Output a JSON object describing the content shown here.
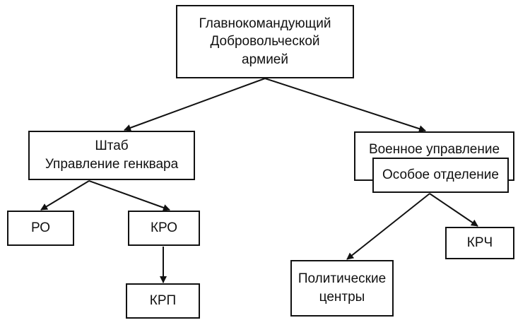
{
  "diagram": {
    "nodes": {
      "root": [
        "Главнокомандующий",
        "Добровольческой",
        "армией"
      ],
      "shtab": [
        "Штаб",
        "Управление генквара"
      ],
      "voen": "Военное управление",
      "osoboe": "Особое отделение",
      "ro": "РО",
      "kro": "КРО",
      "krp": "КРП",
      "pol": [
        "Политические",
        "центры"
      ],
      "krch": "КРЧ"
    }
  }
}
